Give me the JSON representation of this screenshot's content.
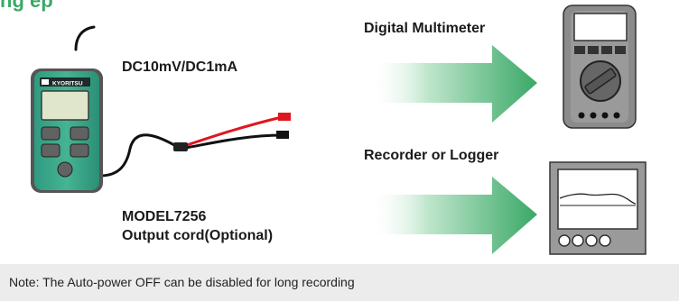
{
  "heading_partial": "ng ep",
  "device": {
    "brand": "KYORITSU",
    "output_signal": "DC10mV/DC1mA",
    "model": "MODEL7256",
    "accessory": "Output cord(Optional)"
  },
  "targets": [
    {
      "label": "Digital Multimeter"
    },
    {
      "label": "Recorder or Logger"
    }
  ],
  "note": "Note: The Auto-power OFF can be disabled for long recording",
  "colors": {
    "heading": "#3aa867",
    "arrow": "#3aa867",
    "device_body": "#3aa888",
    "lead_red": "#e0161f",
    "lead_black": "#111111",
    "meter_gray": "#8a8a8a",
    "note_bg": "#ececec"
  }
}
